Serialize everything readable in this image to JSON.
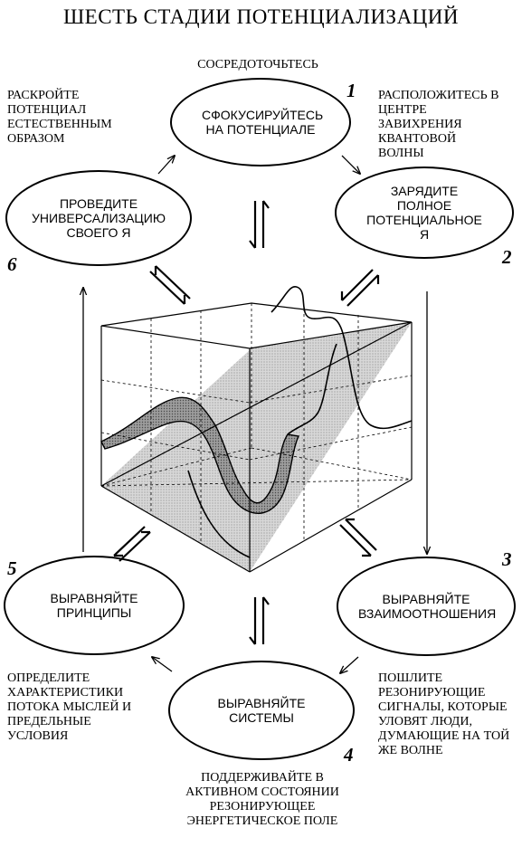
{
  "title": "ШЕСТЬ СТАДИИ ПОТЕНЦИАЛИЗАЦИЙ",
  "stages": [
    {
      "number": "1",
      "label": "СФОКУСИРУЙТЕСЬ НА ПОТЕНЦИАЛЕ"
    },
    {
      "number": "2",
      "label": "ЗАРЯДИТЕ ПОЛНОЕ ПОТЕНЦИАЛЬНОЕ Я"
    },
    {
      "number": "3",
      "label": "ВЫРАВНЯЙТЕ ВЗАИМООТНОШЕНИЯ"
    },
    {
      "number": "4",
      "label": "ВЫРАВНЯЙТЕ СИСТЕМЫ"
    },
    {
      "number": "5",
      "label": "ВЫРАВНЯЙТЕ ПРИНЦИПЫ"
    },
    {
      "number": "6",
      "label": "ПРОВЕДИТЕ УНИВЕРСАЛИЗАЦИЮ СВОЕГО Я"
    }
  ],
  "annotations": {
    "top": "СОСРЕДОТОЧЬТЕСЬ",
    "top_left": "РАСКРОЙТЕ ПОТЕНЦИАЛ ЕСТЕСТВЕННЫМ ОБРАЗОМ",
    "top_right": "РАСПОЛОЖИТЕСЬ В ЦЕНТРЕ ЗАВИХРЕНИЯ КВАНТОВОЙ ВОЛНЫ",
    "bottom_left": "ОПРЕДЕЛИТЕ ХАРАКТЕРИСТИКИ ПОТОКА МЫСЛЕЙ И ПРЕДЕЛЬНЫЕ УСЛОВИЯ",
    "bottom_right": "ПОШЛИТЕ РЕЗОНИРУЮЩИЕ СИГНАЛЫ, КОТОРЫЕ УЛОВЯТ ЛЮДИ, ДУМАЮЩИЕ НА ТОЙ ЖЕ ВОЛНЕ",
    "bottom": "ПОДДЕРЖИВАЙТЕ В АКТИВНОМ СОСТОЯНИИ РЕЗОНИРУЮЩЕЕ ЭНЕРГЕТИЧЕСКОЕ ПОЛЕ"
  }
}
